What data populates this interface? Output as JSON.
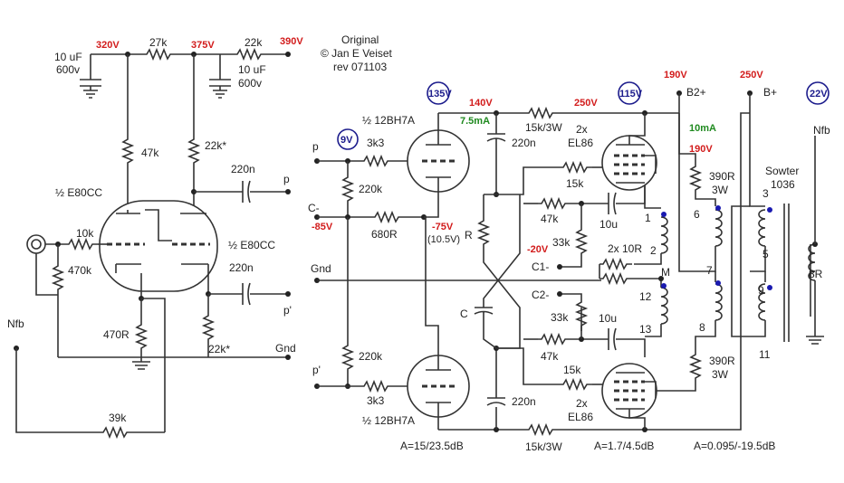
{
  "credits": {
    "line1": "Original",
    "line2": "© Jan E Veiset",
    "line3": "rev 071103"
  },
  "voltages": {
    "v320": "320V",
    "v375": "375V",
    "v390": "390V",
    "v190a": "190V",
    "v250a": "250V",
    "v140": "140V",
    "v250b": "250V",
    "v190b": "190V",
    "vm85": "-85V",
    "vm75": "-75V",
    "vm20": "-20V"
  },
  "currents": {
    "i75": "7.5mA",
    "i10": "10mA",
    "i105": "(10.5V)"
  },
  "circled": {
    "c9": "9V",
    "c135": "135V",
    "c115": "115V",
    "c22": "22V"
  },
  "components": {
    "c10uf_l1": "10 uF",
    "c10uf_l2": "600v",
    "r27k": "27k",
    "r22k_top": "22k",
    "c10uf_r1": "10 uF",
    "c10uf_r2": "600v",
    "r47k": "47k",
    "r22k_a": "22k*",
    "r10k": "10k",
    "r470k": "470k",
    "e80cc_l": "½ E80CC",
    "e80cc_r": "½ E80CC",
    "c220n_1": "220n",
    "c220n_2": "220n",
    "r22k_b": "22k*",
    "r470r": "470R",
    "r39k": "39k",
    "bh7a_top": "½ 12BH7A",
    "r3k3_top": "3k3",
    "r220k_top": "220k",
    "r680r": "680R",
    "r220k_bot": "220k",
    "r3k3_bot": "3k3",
    "bh7a_bot": "½ 12BH7A",
    "r15k3w_top": "15k/3W",
    "c220n_top": "220n",
    "r_r": "R",
    "c_c": "C",
    "r15k3w_bot": "15k/3W",
    "c220n_bot": "220n",
    "el86_top_2x": "2x",
    "el86_top": "EL86",
    "r15k_top": "15k",
    "r47k_top": "47k",
    "c10u_top": "10u",
    "r33k_top": "33k",
    "r10r": "2x 10R",
    "r33k_bot": "33k",
    "c10u_bot": "10u",
    "r47k_bot": "47k",
    "r15k_bot": "15k",
    "el86_bot_2x": "2x",
    "el86_bot": "EL86",
    "r390r_top": "390R",
    "r3w_top": "3W",
    "r390r_bot": "390R",
    "r3w_bot": "3W",
    "b2plus": "B2+",
    "bplus": "B+",
    "sowter1": "Sowter",
    "sowter2": "1036",
    "r8r": "8R"
  },
  "pins": {
    "p1": "1",
    "p2": "2",
    "pm": "M",
    "p12": "12",
    "p13": "13",
    "p6": "6",
    "p7": "7",
    "p8": "8",
    "p3": "3",
    "p5": "5",
    "p9": "9",
    "p11": "11"
  },
  "nodes": {
    "p_out": "p",
    "pprime_out": "p'",
    "gnd_left": "Gnd",
    "nfb_left": "Nfb",
    "p_in": "p",
    "cminus": "C-",
    "gnd_in": "Gnd",
    "pprime_in": "p'",
    "c1minus": "C1-",
    "c2minus": "C2-",
    "nfb_right": "Nfb"
  },
  "gains": {
    "g1": "A=15/23.5dB",
    "g2": "A=1.7/4.5dB",
    "g3": "A=0.095/-19.5dB"
  }
}
